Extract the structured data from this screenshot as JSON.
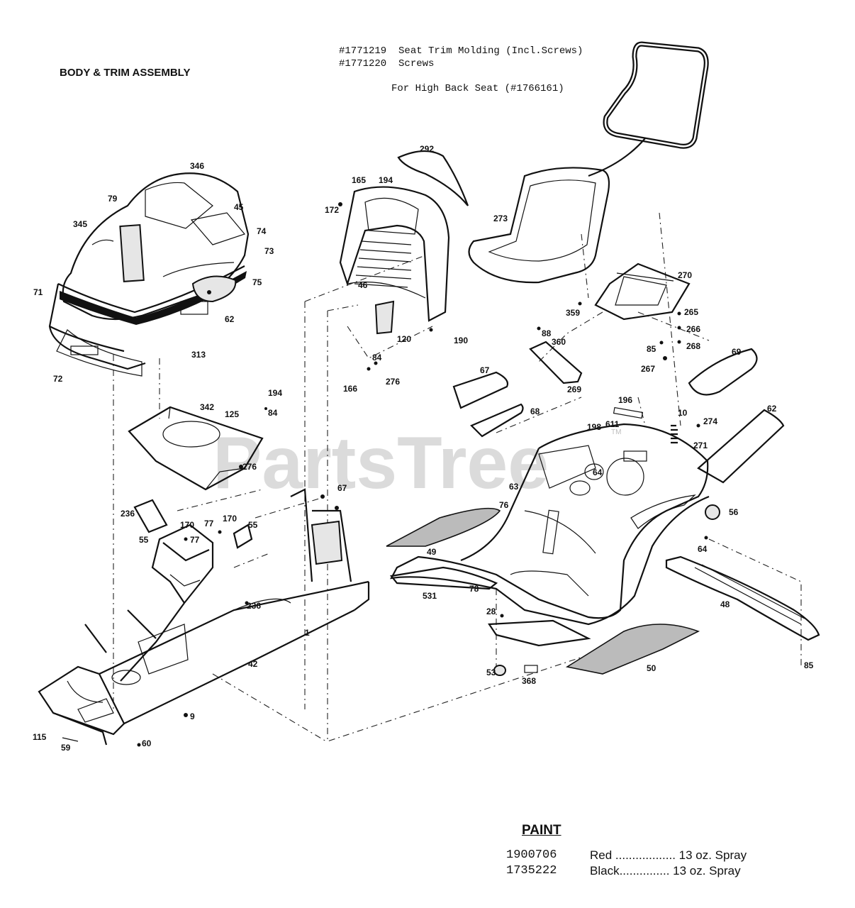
{
  "diagram": {
    "title": "BODY & TRIM ASSEMBLY",
    "notes": [
      "#1771219  Seat Trim Molding (Incl.Screws)",
      "#1771220  Screws",
      "For High Back Seat (#1766161)"
    ],
    "watermark": "PartsTree",
    "watermark_tm": "TM",
    "part_labels": [
      "346",
      "79",
      "45",
      "345",
      "74",
      "73",
      "71",
      "75",
      "62",
      "313",
      "72",
      "292",
      "165",
      "194",
      "172",
      "273",
      "270",
      "46",
      "120",
      "190",
      "359",
      "265",
      "88",
      "360",
      "266",
      "268",
      "85",
      "267",
      "69",
      "84",
      "166",
      "276",
      "269",
      "194",
      "84",
      "342",
      "125",
      "67",
      "68",
      "196",
      "62",
      "198",
      "611",
      "10",
      "274",
      "271",
      "276",
      "64",
      "63",
      "67",
      "236",
      "55",
      "170",
      "77",
      "170",
      "77",
      "55",
      "76",
      "56",
      "49",
      "64",
      "531",
      "78",
      "236",
      "48",
      "28",
      "1",
      "42",
      "53",
      "368",
      "50",
      "85",
      "115",
      "59",
      "60",
      "9"
    ],
    "paint": {
      "heading": "PAINT",
      "rows": [
        {
          "code": "1900706",
          "desc": "Red .................. 13 oz. Spray"
        },
        {
          "code": "1735222",
          "desc": "Black............... 13 oz. Spray"
        }
      ]
    },
    "icons": [
      "hood-assembly",
      "seat",
      "seat-trim-molding",
      "dash-panel",
      "frame",
      "running-board",
      "fender",
      "floor-mat"
    ]
  }
}
